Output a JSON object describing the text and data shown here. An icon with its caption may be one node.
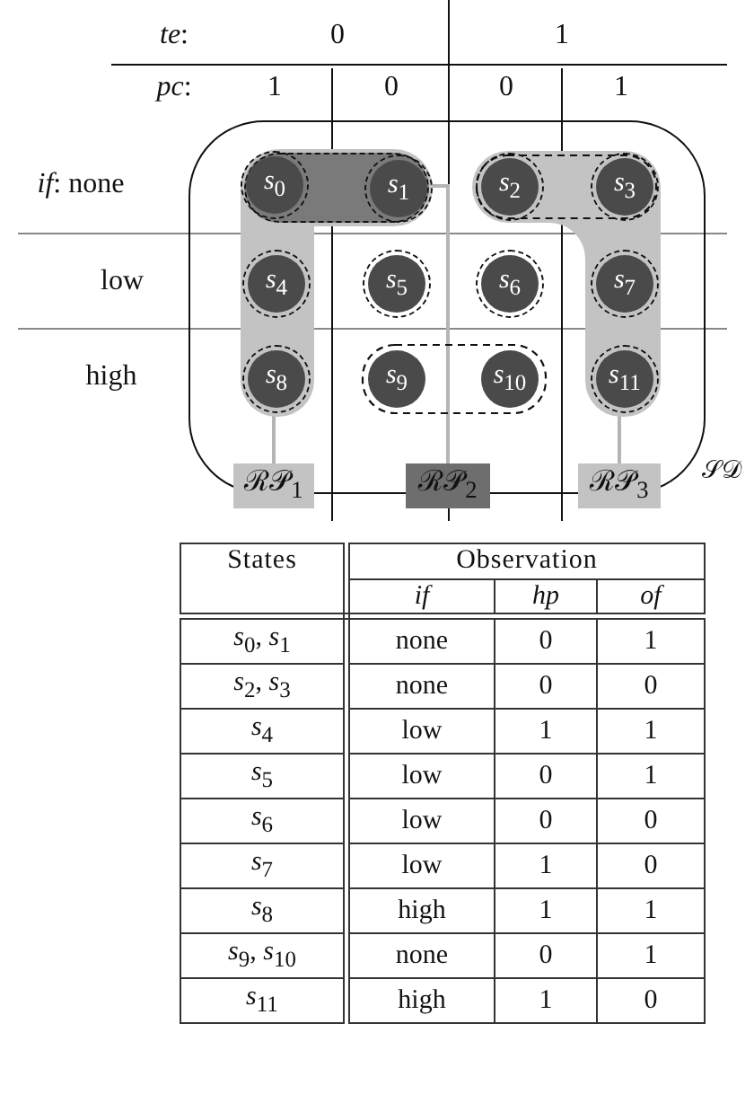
{
  "diagram": {
    "nodes": [
      {
        "text": [],
        "shape": "box",
        "beside": [
          "𝒮𝒟"
        ]
      },
      {
        "text": [],
        "shape": "band",
        "in": 0
      },
      {
        "text": [],
        "shape": "band",
        "in": 0
      },
      {
        "text": [],
        "shape": "band",
        "in": 0
      },
      {
        "text": [
          "*s*$_{0}$"
        ]
      },
      {
        "text": [
          "*s*$_{1}$"
        ],
        "in": 2
      },
      {
        "text": [
          "*s*$_{2}$"
        ],
        "in": 3
      },
      {
        "text": [
          "*s*$_{3}$"
        ],
        "in": 3
      },
      {
        "text": [
          "*s*$_{4}$"
        ],
        "in": 1
      },
      {
        "text": [
          "*s*$_{5}$"
        ],
        "in": 0
      },
      {
        "text": [
          "*s*$_{6}$"
        ],
        "in": 0
      },
      {
        "text": [
          "*s*$_{7}$"
        ],
        "in": 3
      },
      {
        "text": [
          "*s*$_{8}$"
        ],
        "in": 1
      },
      {
        "text": [
          "*s*$_{9}$"
        ],
        "in": 0
      },
      {
        "text": [
          "*s*$_{10}$"
        ],
        "in": 0
      },
      {
        "text": [
          "*s*$_{11}$"
        ],
        "in": 3
      },
      {
        "text": [
          "ℛ𝒫$_{1}$"
        ]
      },
      {
        "text": [
          "ℛ𝒫$_{2}$"
        ]
      },
      {
        "text": [
          "ℛ𝒫$_{3}$"
        ]
      }
    ],
    "edges": [
      {
        "from": 16,
        "to": 1,
        "arrow": "none"
      },
      {
        "from": 17,
        "to": 2,
        "arrow": "none"
      },
      {
        "from": 18,
        "to": 3,
        "arrow": "none"
      }
    ],
    "labels": [
      "*te*:",
      "0",
      "1",
      "*pc*:",
      "1",
      "0",
      "0",
      "1",
      "*if*: none",
      "low",
      "high",
      "States",
      "Observation",
      "if",
      "hp",
      "of",
      "*s*$_{0}$, *s*$_{1}$",
      "none",
      "0",
      "1",
      "*s*$_{2}$, *s*$_{3}$",
      "none",
      "0",
      "0",
      "*s*$_{4}$",
      "low",
      "1",
      "1",
      "*s*$_{5}$",
      "low",
      "0",
      "1",
      "*s*$_{6}$",
      "low",
      "0",
      "0",
      "*s*$_{7}$",
      "low",
      "1",
      "0",
      "*s*$_{8}$",
      "high",
      "1",
      "1",
      "*s*$_{9}$, *s*$_{10}$",
      "none",
      "0",
      "1",
      "*s*$_{11}$",
      "high",
      "1",
      "0"
    ]
  }
}
